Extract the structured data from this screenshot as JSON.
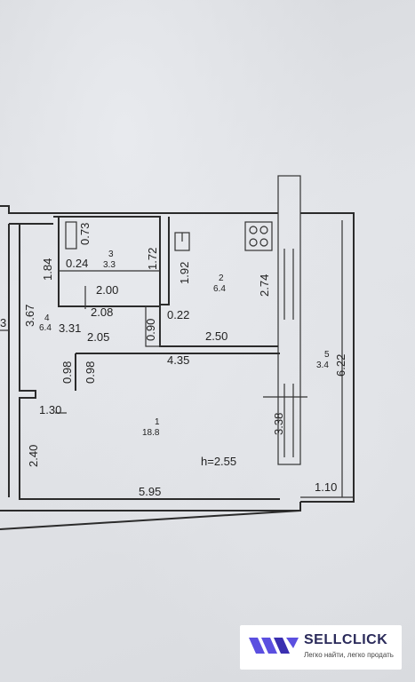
{
  "plan": {
    "rooms": [
      {
        "id": "1",
        "area": "18.8"
      },
      {
        "id": "2",
        "area": "6.4"
      },
      {
        "id": "3",
        "area": "3.3"
      },
      {
        "id": "4",
        "area": "6.4"
      },
      {
        "id": "5",
        "area": "3.4"
      }
    ],
    "dims": {
      "d073": "0.73",
      "d024": "0.24",
      "d172": "1.72",
      "d184": "1.84",
      "d192": "1.92",
      "d274": "2.74",
      "d200": "2.00",
      "d208": "2.08",
      "d367": "3.67",
      "d331": "3.31",
      "d090": "0.90",
      "d022": "0.22",
      "d205": "2.05",
      "d250": "2.50",
      "d435": "4.35",
      "d098a": "0.98",
      "d098b": "0.98",
      "d622": "6.22",
      "d130": "1.30",
      "d338": "3.38",
      "d240": "2.40",
      "d595": "5.95",
      "d110": "1.10",
      "d3": "3"
    },
    "ceiling_height": "h=2.55"
  },
  "watermark": {
    "brand": "SELLCLICK",
    "tagline": "Легко найти, легко продать",
    "accent_color": "#5b4fe0"
  }
}
